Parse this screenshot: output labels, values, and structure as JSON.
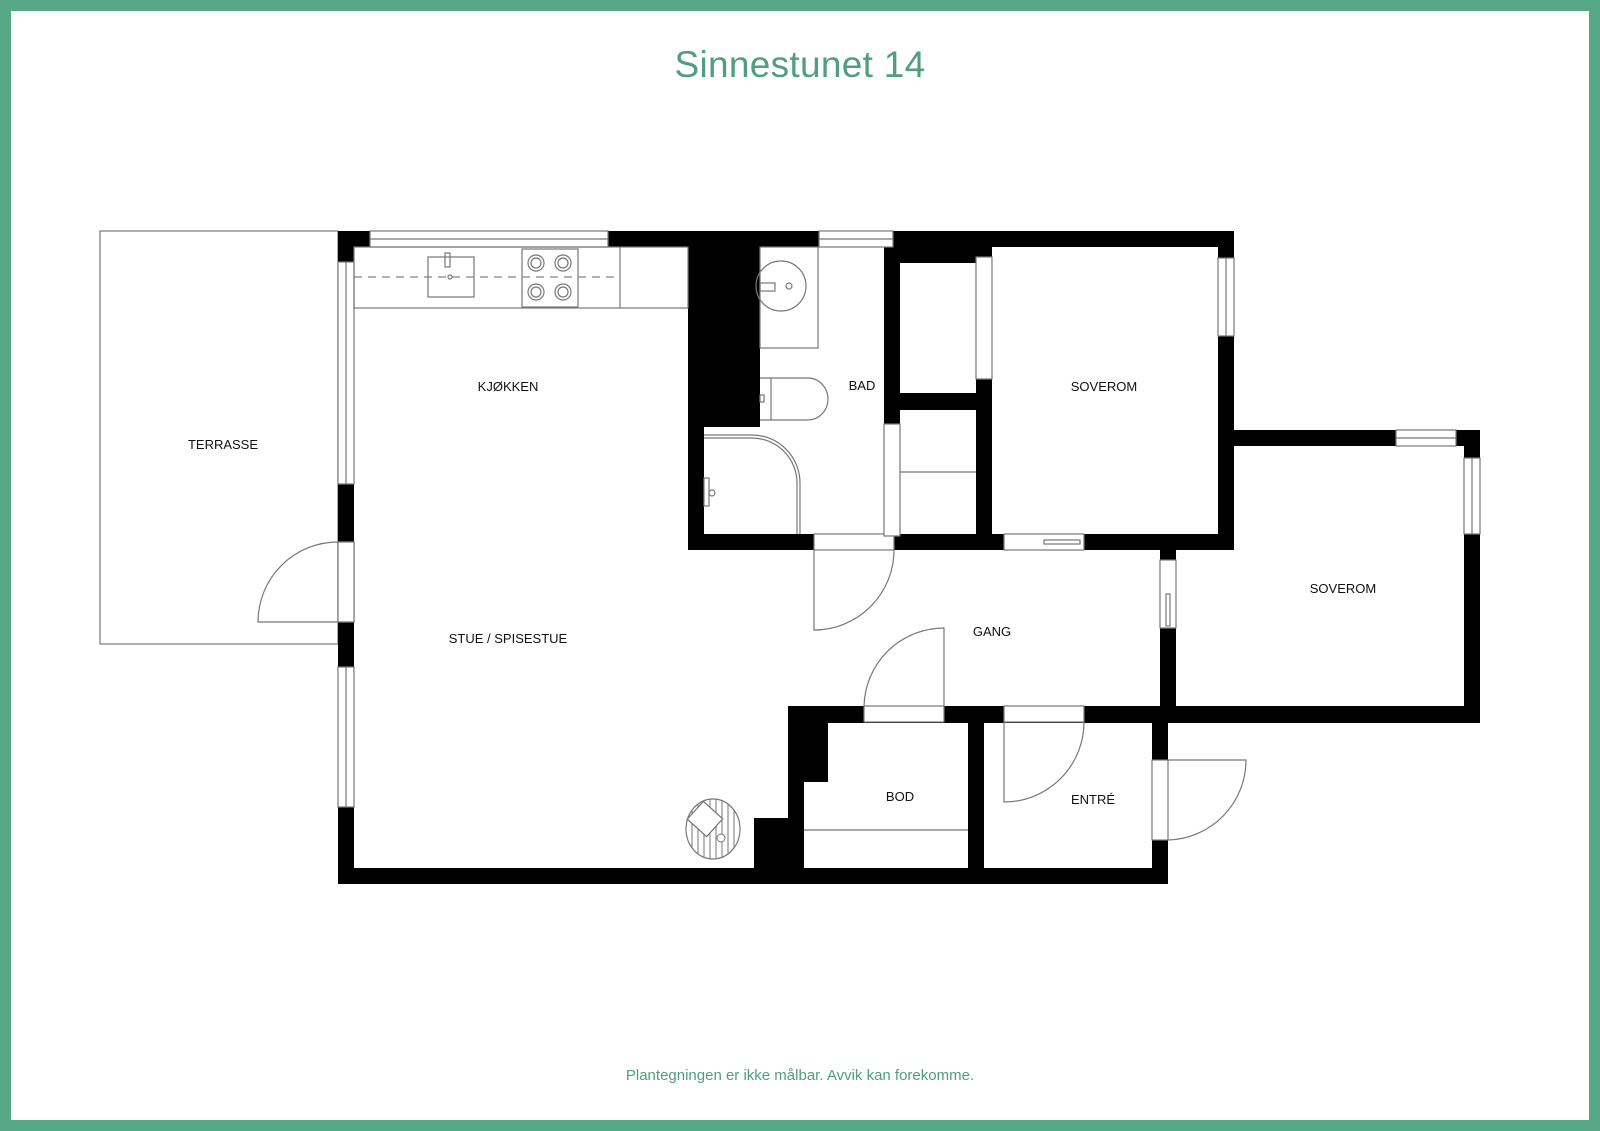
{
  "header": {
    "title": "Sinnestunet 14"
  },
  "footer": {
    "disclaimer": "Plantegningen er ikke målbar. Avvik kan forekomme."
  },
  "colors": {
    "border": "#56a886",
    "title": "#4f9e7d",
    "walls": "#000000"
  },
  "rooms": [
    {
      "id": "terrasse",
      "label": "TERRASSE"
    },
    {
      "id": "kjokken",
      "label": "KJØKKEN"
    },
    {
      "id": "bad",
      "label": "BAD"
    },
    {
      "id": "soverom1",
      "label": "SOVEROM"
    },
    {
      "id": "soverom2",
      "label": "SOVEROM"
    },
    {
      "id": "stue",
      "label": "STUE / SPISESTUE"
    },
    {
      "id": "gang",
      "label": "GANG"
    },
    {
      "id": "bod",
      "label": "BOD"
    },
    {
      "id": "entre",
      "label": "ENTRÉ"
    }
  ],
  "fixtures": [
    "kitchen-sink",
    "stove-4-burner",
    "bathroom-sink",
    "toilet",
    "shower",
    "fireplace"
  ]
}
